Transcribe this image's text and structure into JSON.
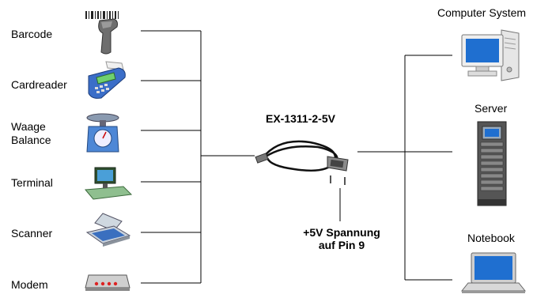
{
  "left_devices": [
    {
      "label": "Barcode",
      "icon": "barcode-scanner-icon"
    },
    {
      "label": "Cardreader",
      "icon": "card-reader-icon"
    },
    {
      "label": "Waage\nBalance",
      "icon": "scale-icon"
    },
    {
      "label": "Terminal",
      "icon": "terminal-icon"
    },
    {
      "label": "Scanner",
      "icon": "flatbed-scanner-icon"
    },
    {
      "label": "Modem",
      "icon": "modem-icon"
    }
  ],
  "right_devices": [
    {
      "label": "Computer System",
      "icon": "desktop-computer-icon"
    },
    {
      "label": "Server",
      "icon": "server-rack-icon"
    },
    {
      "label": "Notebook",
      "icon": "laptop-icon"
    }
  ],
  "adapter": {
    "title": "EX-1311-2-5V",
    "icon": "serial-cable-icon",
    "note_line1": "+5V Spannung",
    "note_line2": "auf Pin 9"
  }
}
